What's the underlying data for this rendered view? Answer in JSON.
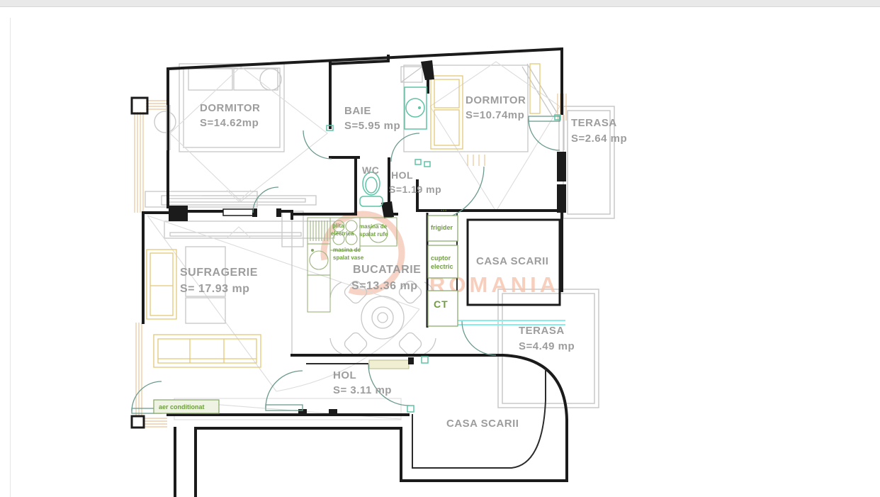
{
  "plan": {
    "type": "apartment floor plan",
    "rooms": [
      {
        "id": "dormitor-1",
        "name": "DORMITOR",
        "area": "S=14.62mp"
      },
      {
        "id": "baie",
        "name": "BAIE",
        "area": "S=5.95 mp"
      },
      {
        "id": "dormitor-2",
        "name": "DORMITOR",
        "area": "S=10.74mp"
      },
      {
        "id": "terasa-1",
        "name": "TERASA",
        "area": "S=2.64 mp"
      },
      {
        "id": "wc",
        "name": "WC",
        "area": ""
      },
      {
        "id": "hol-1",
        "name": "HOL",
        "area": "S=1.19 mp"
      },
      {
        "id": "sufragerie",
        "name": "SUFRAGERIE",
        "area": "S= 17.93 mp"
      },
      {
        "id": "bucatarie",
        "name": "BUCATARIE",
        "area": "S=13.36 mp"
      },
      {
        "id": "casa-scarii-1",
        "name": "CASA SCARII",
        "area": ""
      },
      {
        "id": "terasa-2",
        "name": "TERASA",
        "area": "S=4.49 mp"
      },
      {
        "id": "hol-2",
        "name": "HOL",
        "area": "S= 3.11 mp"
      },
      {
        "id": "casa-scarii-2",
        "name": "CASA SCARII",
        "area": ""
      }
    ],
    "appliances": {
      "plita": [
        "plita",
        "electrica"
      ],
      "masina_rufe": [
        "masina de",
        "spalat rufe"
      ],
      "masina_vase": [
        "masina de",
        "spalat vase"
      ],
      "frigider": [
        "frigider"
      ],
      "cuptor": [
        "cuptor",
        "electric"
      ],
      "ct": [
        "CT"
      ],
      "aer": [
        "aer conditionat"
      ]
    }
  },
  "watermark": {
    "brand": "ROMANIA",
    "color": "#f6c0a8",
    "arc_color": "#f0a88d"
  },
  "colors": {
    "wall": "#1b1b1b",
    "room_label": "#9d9d9d",
    "appliance_green": "#6f9e3e",
    "fixture_teal": "#5fc3a6",
    "furniture_yellow": "#e3c878",
    "furniture_gray": "#c7c7c7",
    "window_orange": "#eac49a",
    "highlight_cyan": "#86efec",
    "terrace_gray": "#c9c9c9",
    "top_bar": "#e9e9e9"
  }
}
